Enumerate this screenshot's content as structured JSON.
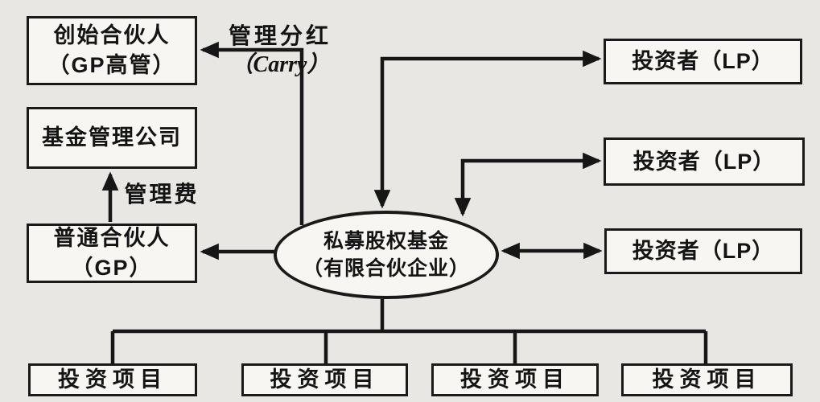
{
  "colors": {
    "background": "#e8e7e4",
    "node_fill": "#f7f6f2",
    "stroke": "#161616",
    "text": "#141414"
  },
  "nodes": {
    "founding_partners": {
      "line1": "创始合伙人",
      "line2": "（GP高管）"
    },
    "fund_management_company": {
      "label": "基金管理公司"
    },
    "general_partner": {
      "line1": "普通合伙人",
      "line2": "（GP）"
    },
    "fund": {
      "line1": "私募股权基金",
      "line2": "（有限合伙企业）"
    },
    "investor_lp_top": {
      "label": "投资者（LP）"
    },
    "investor_lp_middle": {
      "label": "投资者（LP）"
    },
    "investor_lp_bottom": {
      "label": "投资者（LP）"
    },
    "project_1": {
      "label": "投资项目"
    },
    "project_2": {
      "label": "投资项目"
    },
    "project_3": {
      "label": "投资项目"
    },
    "project_4": {
      "label": "投资项目"
    }
  },
  "edge_labels": {
    "carry_line1": "管理分红",
    "carry_line2": "（Carry）",
    "management_fee": "管理费"
  }
}
